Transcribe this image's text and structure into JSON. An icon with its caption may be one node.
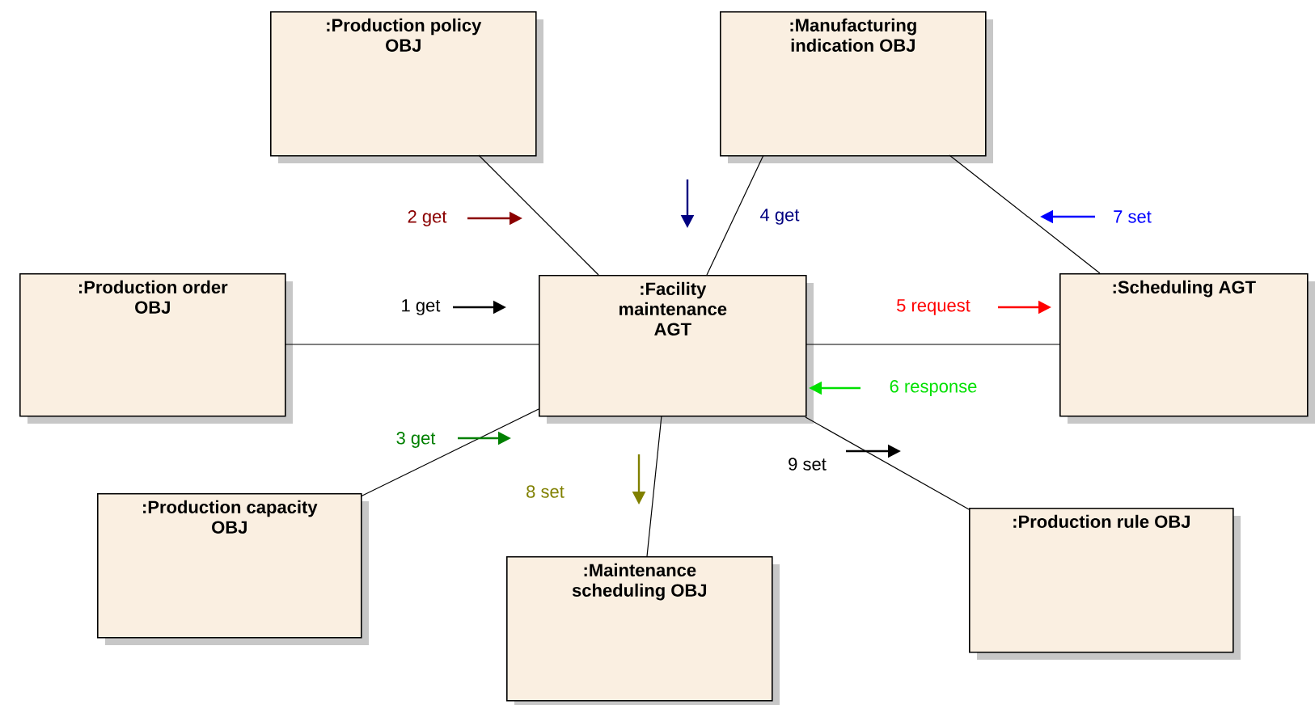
{
  "diagram": {
    "nodes": [
      {
        "text": [
          ":Facility maintenance AGT"
        ]
      },
      {
        "text": [
          ":Production order OBJ"
        ]
      },
      {
        "text": [
          ":Production policy OBJ"
        ]
      },
      {
        "text": [
          ":Manufacturing indication OBJ"
        ]
      },
      {
        "text": [
          ":Scheduling AGT"
        ]
      },
      {
        "text": [
          ":Production capacity OBJ"
        ]
      },
      {
        "text": [
          ":Maintenance scheduling OBJ"
        ]
      },
      {
        "text": [
          ":Production rule OBJ"
        ]
      }
    ],
    "edges": [
      {
        "from": 1,
        "to": 0,
        "arrow": "none",
        "label": "1 get"
      },
      {
        "from": 2,
        "to": 0,
        "arrow": "none",
        "label": "2 get"
      },
      {
        "from": 5,
        "to": 0,
        "arrow": "none",
        "label": "3 get"
      },
      {
        "from": 3,
        "to": 0,
        "arrow": "none",
        "label": "4 get"
      },
      {
        "from": 0,
        "to": 4,
        "arrow": "none",
        "label": "5 request"
      },
      {
        "from": 3,
        "to": 4,
        "arrow": "none",
        "label": "7 set"
      },
      {
        "from": 0,
        "to": 6,
        "arrow": "none",
        "label": "8 set"
      },
      {
        "from": 0,
        "to": 7,
        "arrow": "none",
        "label": "9 set"
      }
    ],
    "labels": [
      "6 response"
    ]
  }
}
